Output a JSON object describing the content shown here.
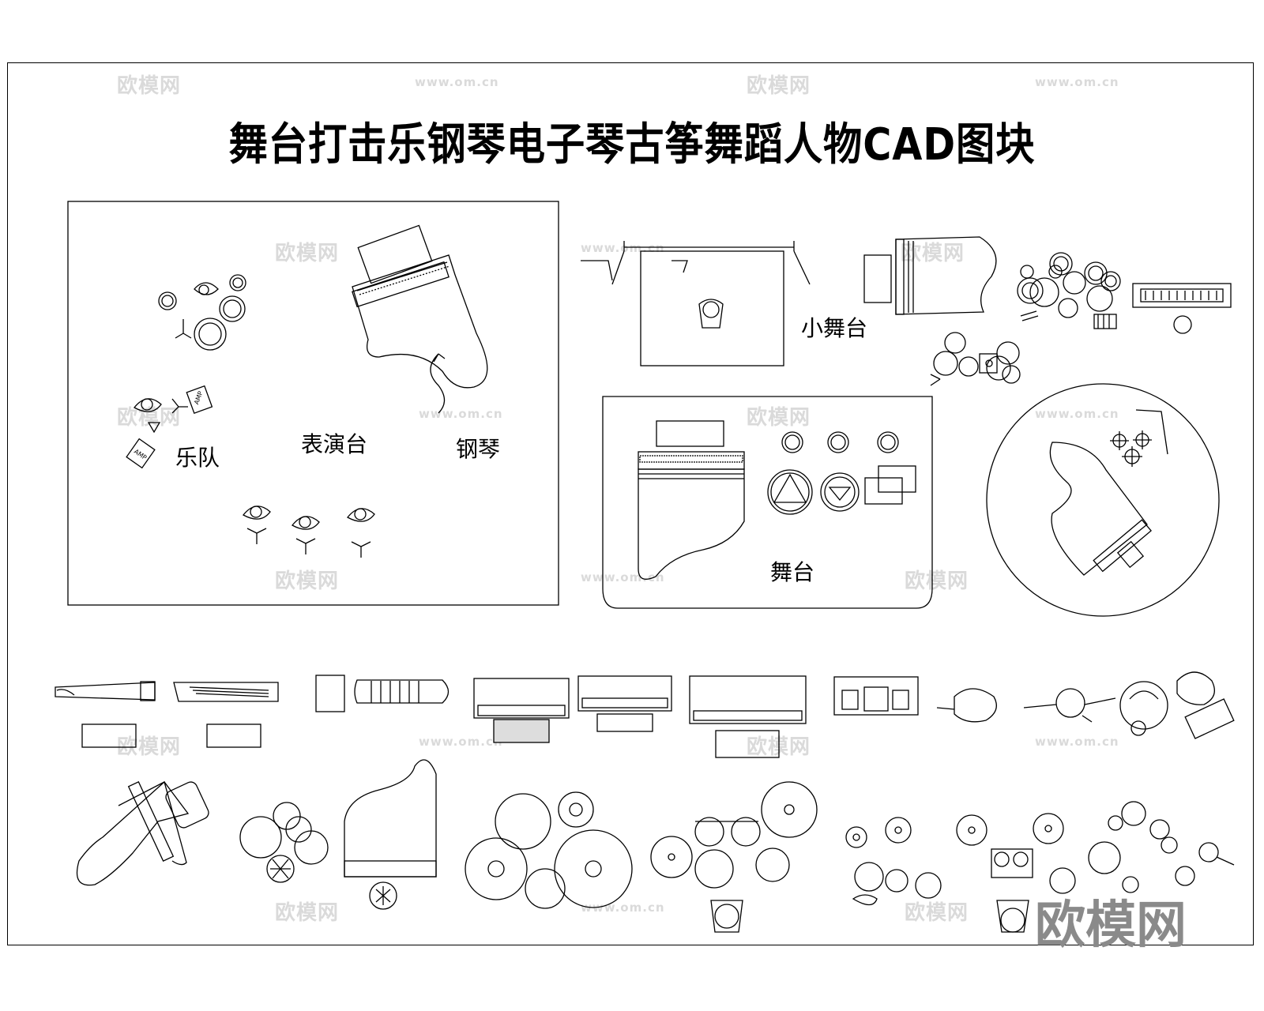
{
  "title": "舞台打击乐钢琴电子琴古筝舞蹈人物CAD图块",
  "labels": {
    "band": "乐队",
    "performance_stage": "表演台",
    "piano": "钢琴",
    "small_stage": "小舞台",
    "stage": "舞台",
    "amp": "AMP"
  },
  "watermark": {
    "brand_small": "欧模网",
    "url": "www.om.cn",
    "brand_large": "欧模网"
  }
}
